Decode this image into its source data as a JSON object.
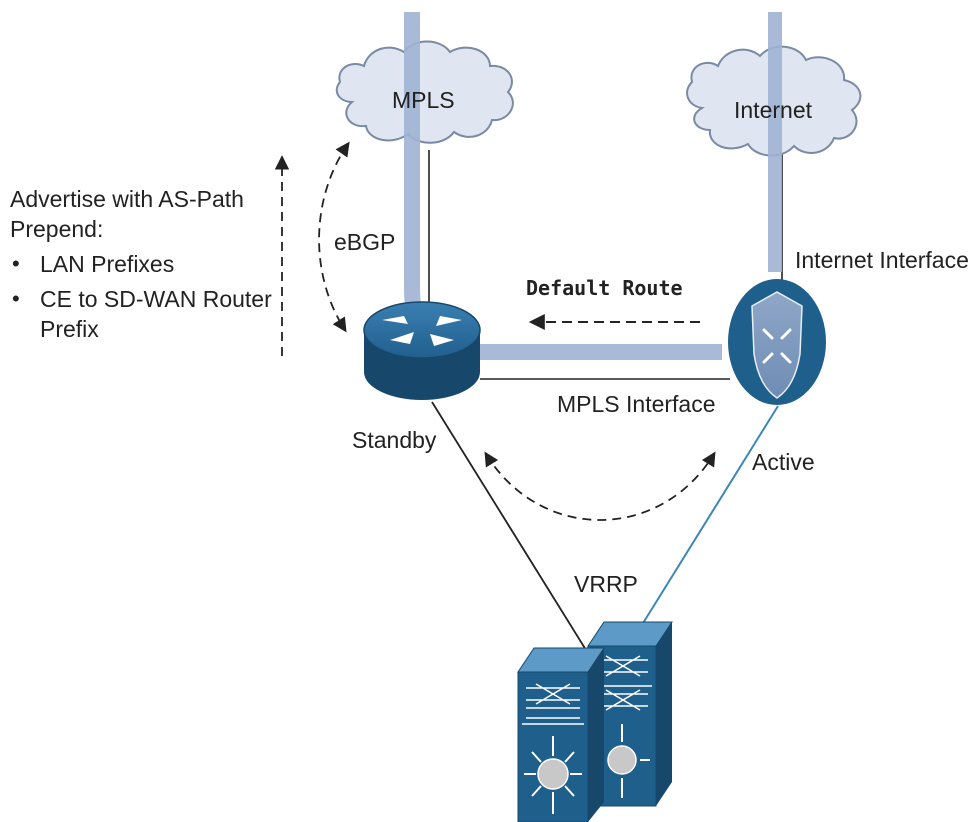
{
  "clouds": {
    "mpls": "MPLS",
    "internet": "Internet"
  },
  "annotation": {
    "heading_line1": "Advertise with AS-Path",
    "heading_line2": "Prepend:",
    "items": [
      "LAN Prefixes",
      "CE to SD-WAN Router Prefix"
    ]
  },
  "labels": {
    "ebgp": "eBGP",
    "default_route": "Default Route",
    "internet_interface": "Internet Interface",
    "mpls_interface": "MPLS Interface",
    "standby": "Standby",
    "active": "Active",
    "vrrp": "VRRP"
  },
  "colors": {
    "traffic_path": "#9fb3d3",
    "device_blue": "#1f5f8b",
    "device_dark": "#17486b",
    "cloud_fill": "#dfe6f1",
    "cloud_stroke": "#7a8aa3",
    "link_blue": "#3d86b8",
    "link_dark": "#222222"
  },
  "icons": [
    "cloud-icon",
    "router-icon",
    "sd-wan-router-icon",
    "switch-stack-icon"
  ]
}
